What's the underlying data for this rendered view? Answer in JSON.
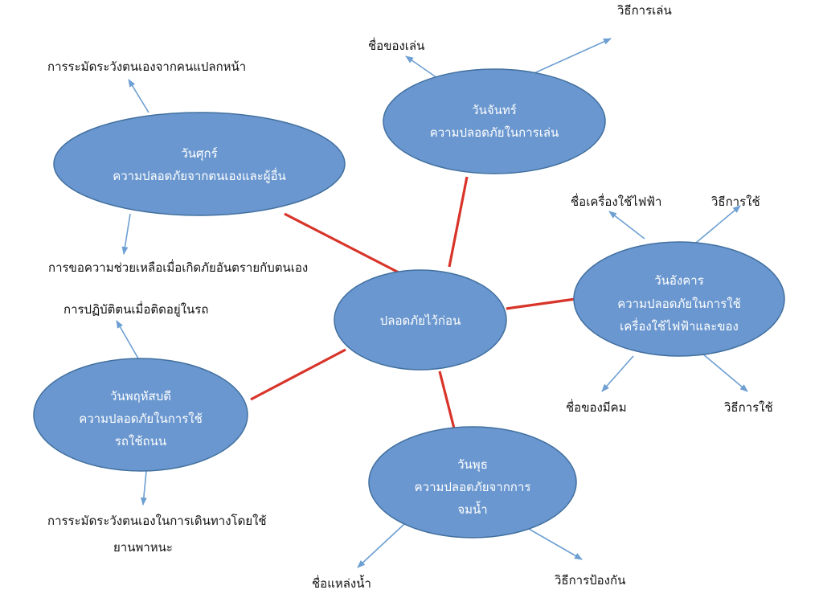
{
  "diagram": {
    "colors": {
      "node_fill": "#6a97cf",
      "node_stroke": "#42709f",
      "connector": "#d8342a",
      "arrow": "#6d9fd2",
      "node_text": "#ffffff",
      "label_text": "#111111"
    },
    "center": {
      "line1": "ปลอดภัยไว้ก่อน"
    },
    "monday": {
      "line1": "วันจันทร์",
      "line2": "ความปลอดภัยในการเล่น",
      "labels": {
        "name": "ชื่อของเล่น",
        "method": "วิธีการเล่น"
      }
    },
    "tuesday": {
      "line1": "วันอังคาร",
      "line2": "ความปลอดภัยในการใช้",
      "line3": "เครื่องใช้ไฟฟ้าและของ",
      "labels": {
        "appliance_name": "ชื่อเครื่องใช้ไฟฟ้า",
        "appliance_method": "วิธีการใช้",
        "sharp_name": "ชื่อของมีคม",
        "sharp_method": "วิธีการใช้"
      }
    },
    "wednesday": {
      "line1": "วันพุธ",
      "line2": "ความปลอดภัยจากการ",
      "line3": "จมน้ำ",
      "labels": {
        "water_source": "ชื่อแหล่งน้ำ",
        "prevention": "วิธีการป้องกัน"
      }
    },
    "thursday": {
      "line1": "วันพฤหัสบดี",
      "line2": "ความปลอดภัยในการใช้",
      "line3": "รถใช้ถนน",
      "labels": {
        "in_car": "การปฏิบัติตนเมื่อติดอยู่ในรถ",
        "travel_line1": "การระมัดระวังตนเองในการเดินทางโดยใช้",
        "travel_line2": "ยานพาหนะ"
      }
    },
    "friday": {
      "line1": "วันศุกร์",
      "line2": "ความปลอดภัยจากตนเองและผู้อื่น",
      "labels": {
        "strangers": "การระมัดระวังตนเองจากคนแปลกหน้า",
        "help": "การขอความช่วยเหลือเมื่อเกิดภัยอันตรายกับตนเอง"
      }
    }
  }
}
